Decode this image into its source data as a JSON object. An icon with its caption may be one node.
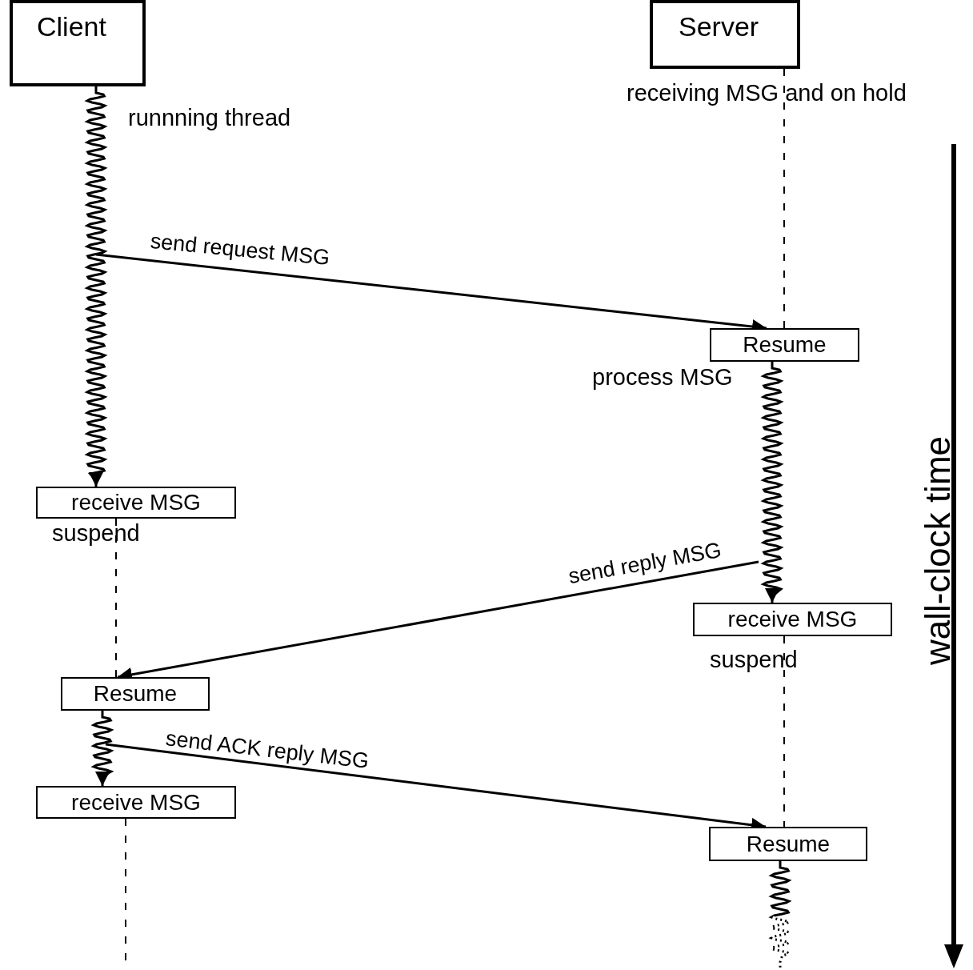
{
  "diagram": {
    "nodes": [
      {
        "text": [
          "Client"
        ],
        "beside": [
          "runnning thread"
        ]
      },
      {
        "text": [
          "Server"
        ],
        "beside": [
          "receiving MSG and on hold"
        ]
      },
      {
        "text": [
          "Resume"
        ],
        "beside": [
          "process MSG"
        ]
      },
      {
        "text": [
          "receive MSG"
        ],
        "beside": [
          "suspend"
        ]
      },
      {
        "text": [
          "receive MSG"
        ],
        "beside": [
          "suspend"
        ]
      },
      {
        "text": [
          "Resume"
        ]
      },
      {
        "text": [
          "receive MSG"
        ]
      },
      {
        "text": [
          "Resume"
        ]
      }
    ],
    "edges": [
      {
        "from": 0,
        "to": 3,
        "arrow": "to"
      },
      {
        "from": null,
        "to": 2,
        "arrow": "to",
        "label": "send request MSG"
      },
      {
        "from": 1,
        "to": 2,
        "arrow": "none",
        "style": "dashed"
      },
      {
        "from": 2,
        "to": 4,
        "arrow": "to"
      },
      {
        "from": null,
        "to": 5,
        "arrow": "to",
        "label": "send reply MSG"
      },
      {
        "from": 3,
        "to": 5,
        "arrow": "none",
        "style": "dashed"
      },
      {
        "from": 4,
        "to": 7,
        "arrow": "none",
        "style": "dashed"
      },
      {
        "from": 5,
        "to": 6,
        "arrow": "to"
      },
      {
        "from": null,
        "to": 7,
        "arrow": "to",
        "label": "send ACK reply MSG"
      },
      {
        "from": 6,
        "to": null,
        "arrow": "none",
        "style": "dashed"
      },
      {
        "from": 7,
        "to": null,
        "arrow": "none"
      }
    ],
    "labels": [
      "wall-clock time"
    ]
  }
}
